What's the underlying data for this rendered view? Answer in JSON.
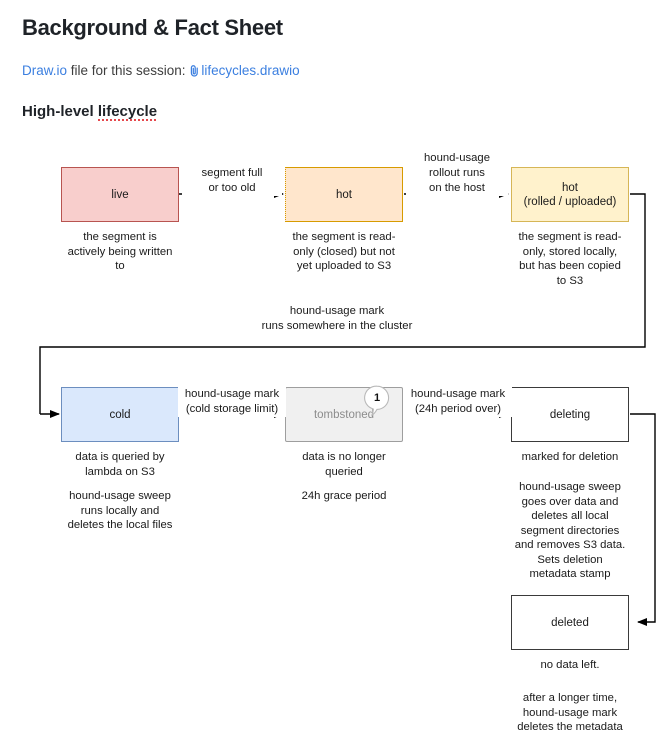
{
  "header": {
    "title": "Background & Fact Sheet",
    "session_prefix": "Draw.io",
    "session_middle": " file for this session: ",
    "attachment_icon": "paperclip-icon",
    "attachment_label": "lifecycles.drawio",
    "section_title_plain": "High-level ",
    "section_title_spell": "lifecycle"
  },
  "colors": {
    "link": "#3b7fe0",
    "live_fill": "#f8cecc",
    "live_stroke": "#b85450",
    "hot_fill": "#ffe6cc",
    "hot_stroke": "#d79b00",
    "hotrolled_fill": "#fff2cc",
    "hotrolled_stroke": "#d6b656",
    "cold_fill": "#dae8fc",
    "cold_stroke": "#6c8ebf",
    "tombstoned_fill": "#f0f0f0",
    "tombstoned_stroke": "#9e9e9e",
    "plain_fill": "#ffffff",
    "plain_stroke": "#3a3a3a",
    "edge": "#000000",
    "spellcheck": "#e5484d"
  },
  "diagram": {
    "nodes": [
      {
        "id": "live",
        "label": "live"
      },
      {
        "id": "hot",
        "label": "hot"
      },
      {
        "id": "hotrolled",
        "label": "hot\n(rolled / uploaded)"
      },
      {
        "id": "cold",
        "label": "cold"
      },
      {
        "id": "tombstoned",
        "label": "tombstoned",
        "badge": "1"
      },
      {
        "id": "deleting",
        "label": "deleting"
      },
      {
        "id": "deleted",
        "label": "deleted"
      }
    ],
    "captions": [
      {
        "for": "live",
        "text": "the segment is\nactively being written\nto"
      },
      {
        "for": "hot",
        "text": "the segment is read-\nonly (closed) but not\nyet uploaded to S3"
      },
      {
        "for": "hotrolled",
        "text": "the segment is read-\nonly, stored locally,\nbut has been copied\nto S3"
      },
      {
        "for": "cold",
        "text": "data is queried by\nlambda on S3"
      },
      {
        "for": "cold2",
        "text": "hound-usage sweep\nruns locally and\ndeletes the local files"
      },
      {
        "for": "tombstoned",
        "text": "data is no longer\nqueried"
      },
      {
        "for": "tombstoned2",
        "text": "24h grace period"
      },
      {
        "for": "deleting",
        "text": "marked for deletion"
      },
      {
        "for": "deleting2",
        "text": "hound-usage sweep\ngoes over data and\ndeletes all local\nsegment directories\nand removes S3 data.\nSets deletion\nmetadata stamp"
      },
      {
        "for": "deleted",
        "text": "no data left."
      },
      {
        "for": "deleted2",
        "text": "after a longer time,\nhound-usage mark\ndeletes the metadata"
      }
    ],
    "edges": [
      {
        "id": "live-hot",
        "label": "segment full\nor too old"
      },
      {
        "id": "hot-hotrolled",
        "label": "hound-usage\nrollout runs\non the host"
      },
      {
        "id": "hotrolled-cold",
        "label": "hound-usage mark\nruns somewhere in the cluster"
      },
      {
        "id": "cold-tombstoned",
        "label": "hound-usage mark\n(cold storage limit)"
      },
      {
        "id": "tombstoned-deleting",
        "label": "hound-usage mark\n(24h period over)"
      },
      {
        "id": "deleting-deleted",
        "label": ""
      }
    ]
  }
}
